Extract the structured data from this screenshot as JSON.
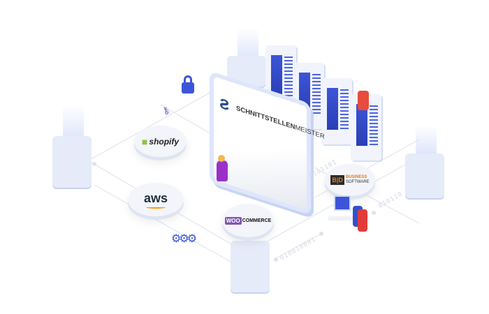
{
  "logo": {
    "brand_bold": "SCHNITTSTELLEN",
    "brand_light": "MEISTER"
  },
  "integrations": {
    "shopify": "shopify",
    "aws": "aws",
    "woo_top": "WOO",
    "woo_bottom": "COMMERCE",
    "bd_mark": "B|D",
    "bd_top": "BUSINESS",
    "bd_bottom": "SOFTWARE"
  },
  "binary": {
    "a": "0101101",
    "b": "010010001",
    "c": "010110"
  },
  "colors": {
    "accent": "#3c55d8",
    "purple": "#7f54b3",
    "orange": "#e07b1a",
    "shopify": "#95bf47"
  }
}
